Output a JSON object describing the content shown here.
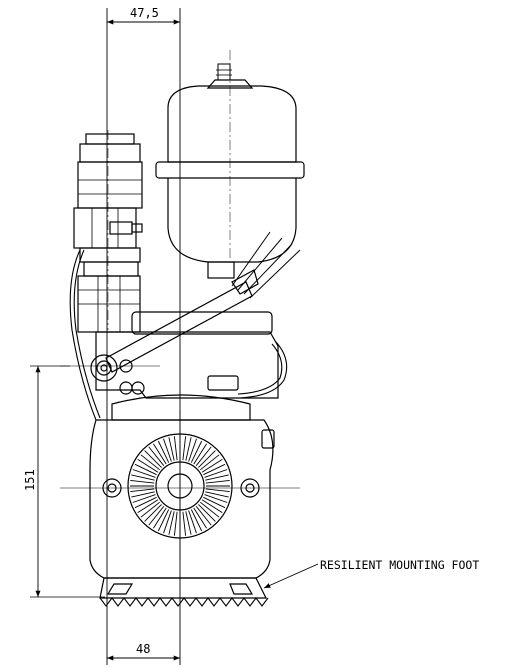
{
  "dimensions": {
    "top_width": "47,5",
    "bottom_width": "48",
    "height": "151"
  },
  "callout": {
    "label": "RESILIENT MOUNTING FOOT"
  }
}
